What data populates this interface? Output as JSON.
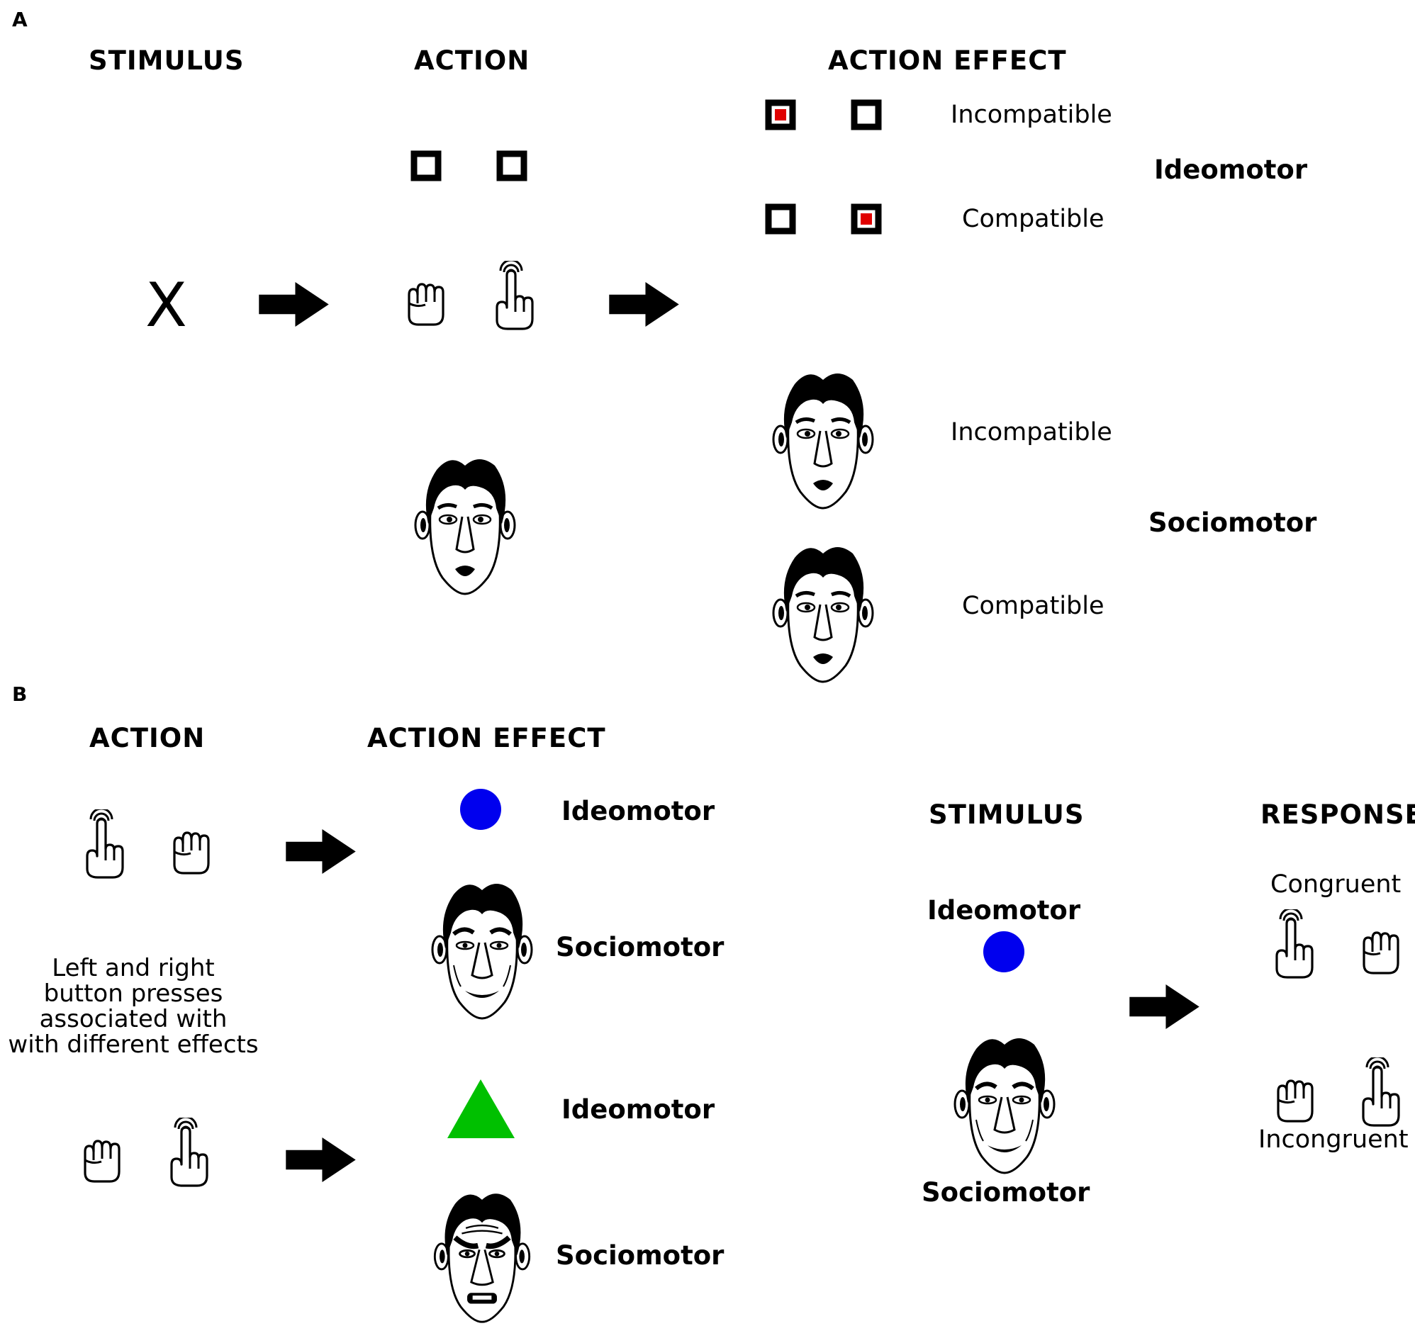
{
  "panel_a": {
    "label": "A",
    "headers": {
      "stimulus": "STIMULUS",
      "action": "ACTION",
      "action_effect": "ACTION EFFECT"
    },
    "stimulus_symbol": "X",
    "effects": {
      "ideomotor_incompatible": "Incompatible",
      "ideomotor_compatible": "Compatible",
      "sociomotor_incompatible": "Incompatible",
      "sociomotor_compatible": "Compatible"
    },
    "groups": {
      "ideomotor": "Ideomotor",
      "sociomotor": "Sociomotor"
    }
  },
  "panel_b": {
    "label": "B",
    "headers": {
      "action": "ACTION",
      "action_effect": "ACTION EFFECT",
      "stimulus": "STIMULUS",
      "response": "RESPONSE"
    },
    "note_lines": [
      "Left and right",
      "button presses",
      "associated with",
      "with different effects"
    ],
    "effects": {
      "top_ideomotor": "Ideomotor",
      "top_sociomotor": "Sociomotor",
      "bottom_ideomotor": "Ideomotor",
      "bottom_sociomotor": "Sociomotor"
    },
    "stimulus": {
      "ideomotor": "Ideomotor",
      "sociomotor": "Sociomotor"
    },
    "response": {
      "congruent": "Congruent",
      "incongruent": "Incongruent"
    }
  },
  "colors": {
    "effect_red": "#e00000",
    "effect_blue": "#0000ee",
    "effect_green": "#00c000"
  },
  "icons": [
    "fist-icon",
    "tap-finger-icon",
    "arrow-right-icon",
    "square-icon",
    "face-icon",
    "blue-circle-icon",
    "green-triangle-icon"
  ]
}
